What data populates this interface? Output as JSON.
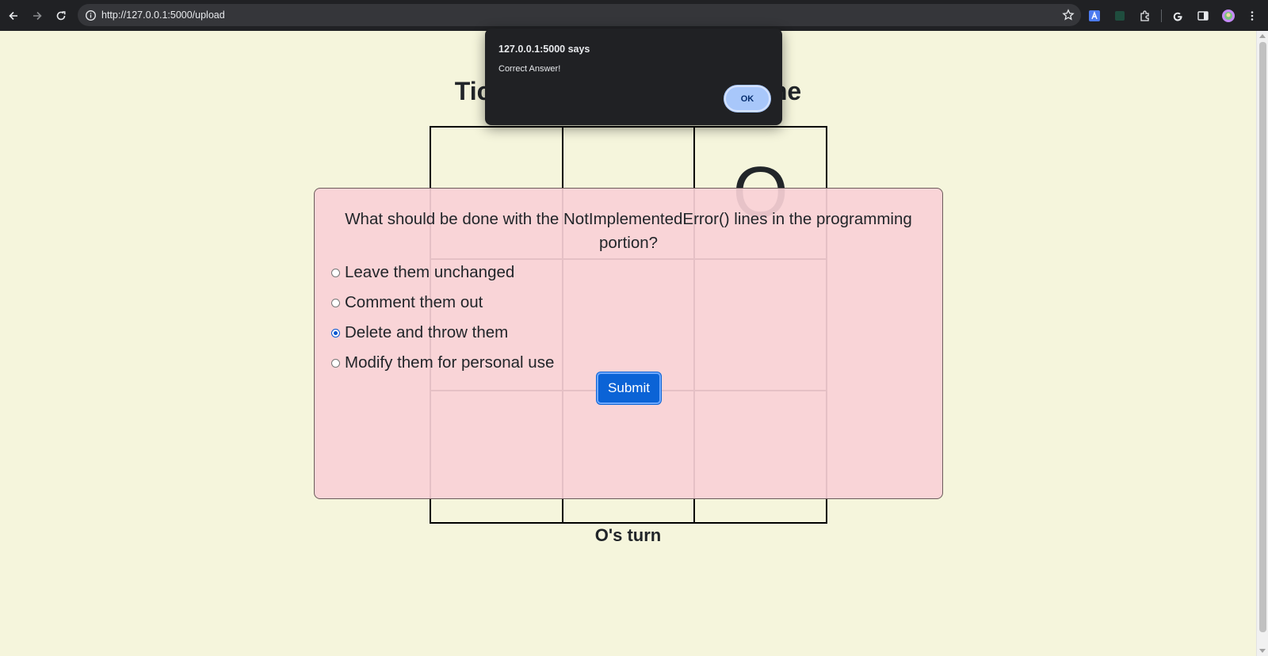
{
  "browser": {
    "url": "http://127.0.0.1:5000/upload",
    "icons": [
      "back-icon",
      "forward-icon",
      "reload-icon",
      "info-icon",
      "star-icon",
      "translate-icon",
      "extension-shortcut-icon",
      "puzzle-icon",
      "google-icon",
      "side-panel-icon",
      "avatar-icon",
      "menu-icon"
    ]
  },
  "page": {
    "title": "Tic-Tac-Toe Questions Game",
    "board": [
      "",
      "",
      "O",
      "",
      "",
      "",
      "",
      "",
      ""
    ],
    "turn": "O's turn"
  },
  "question_modal": {
    "question": "What should be done with the NotImplementedError() lines in the programming portion?",
    "options": [
      {
        "label": "Leave them unchanged",
        "checked": false
      },
      {
        "label": "Comment them out",
        "checked": false
      },
      {
        "label": "Delete and throw them",
        "checked": true
      },
      {
        "label": "Modify them for personal use",
        "checked": false
      }
    ],
    "submit_label": "Submit"
  },
  "alert": {
    "title": "127.0.0.1:5000 says",
    "message": "Correct Answer!",
    "ok_label": "OK"
  },
  "colors": {
    "page_bg": "#f5f5dc",
    "modal_bg": "#f8d0d6",
    "submit_bg": "#0b63d6",
    "alert_bg": "#202124",
    "alert_ok_bg": "#a8c7fa"
  }
}
